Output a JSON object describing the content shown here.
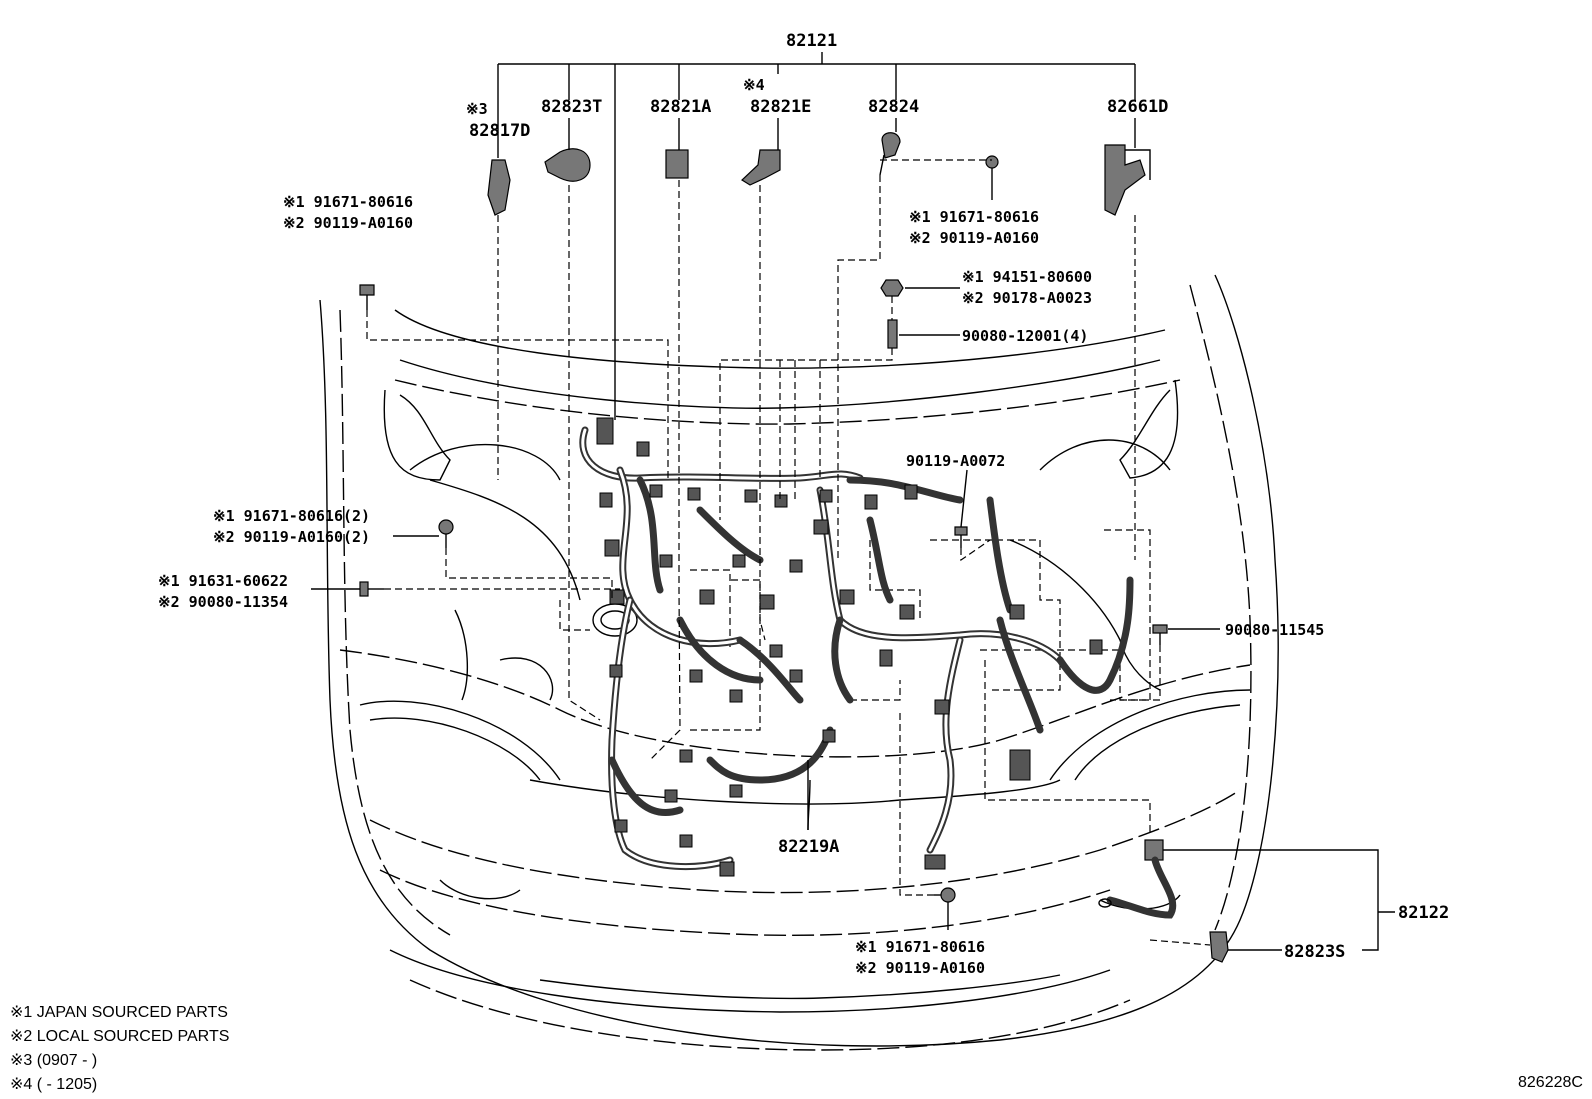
{
  "diagram": {
    "main_part": "82121",
    "parts_top": {
      "p82817D": "82817D",
      "p82817D_note": "※3",
      "p82823T": "82823T",
      "p82821A": "82821A",
      "p82821E": "82821E",
      "p82821E_note": "※4",
      "p82824": "82824",
      "p82661D": "82661D"
    },
    "fasteners": {
      "left_top_1": "※1 91671-80616",
      "left_top_2": "※2 90119-A0160",
      "right_top_1": "※1 91671-80616",
      "right_top_2": "※2 90119-A0160",
      "nut_1": "※1 94151-80600",
      "nut_2": "※2 90178-A0023",
      "stud": "90080-12001(4)",
      "center": "90119-A0072",
      "left_mid_1": "※1 91671-80616(2)",
      "left_mid_2": "※2 90119-A0160(2)",
      "left_low_1": "※1 91631-60622",
      "left_low_2": "※2 90080-11354",
      "right_mid": "90080-11545",
      "bottom_1": "※1 91671-80616",
      "bottom_2": "※2 90119-A0160"
    },
    "parts_bottom": {
      "p82219A": "82219A",
      "p82122": "82122",
      "p82823S": "82823S"
    },
    "legend": [
      "※1 JAPAN SOURCED PARTS",
      "※2 LOCAL SOURCED PARTS",
      "※3 (0907 -        )",
      "※4 (        - 1205)"
    ],
    "figure_id": "826228C"
  }
}
